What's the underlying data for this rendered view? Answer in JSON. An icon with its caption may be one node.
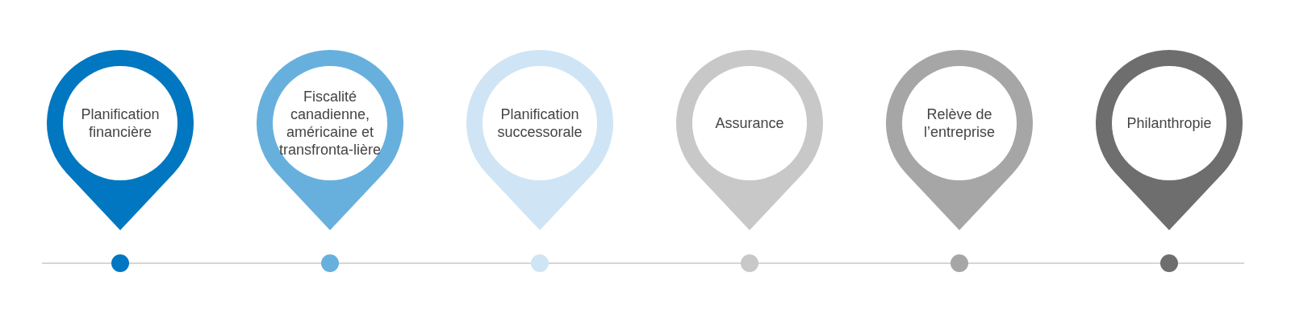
{
  "diagram": {
    "nodes": [
      {
        "text": [
          "Planification financière"
        ]
      },
      {
        "text": [
          "Fiscalité canadienne, américaine et transfronta-lière"
        ]
      },
      {
        "text": [
          "Planification successorale"
        ]
      },
      {
        "text": [
          "Assurance"
        ]
      },
      {
        "text": [
          "Relève de l’entreprise"
        ]
      },
      {
        "text": [
          "Philanthropie"
        ]
      }
    ]
  }
}
